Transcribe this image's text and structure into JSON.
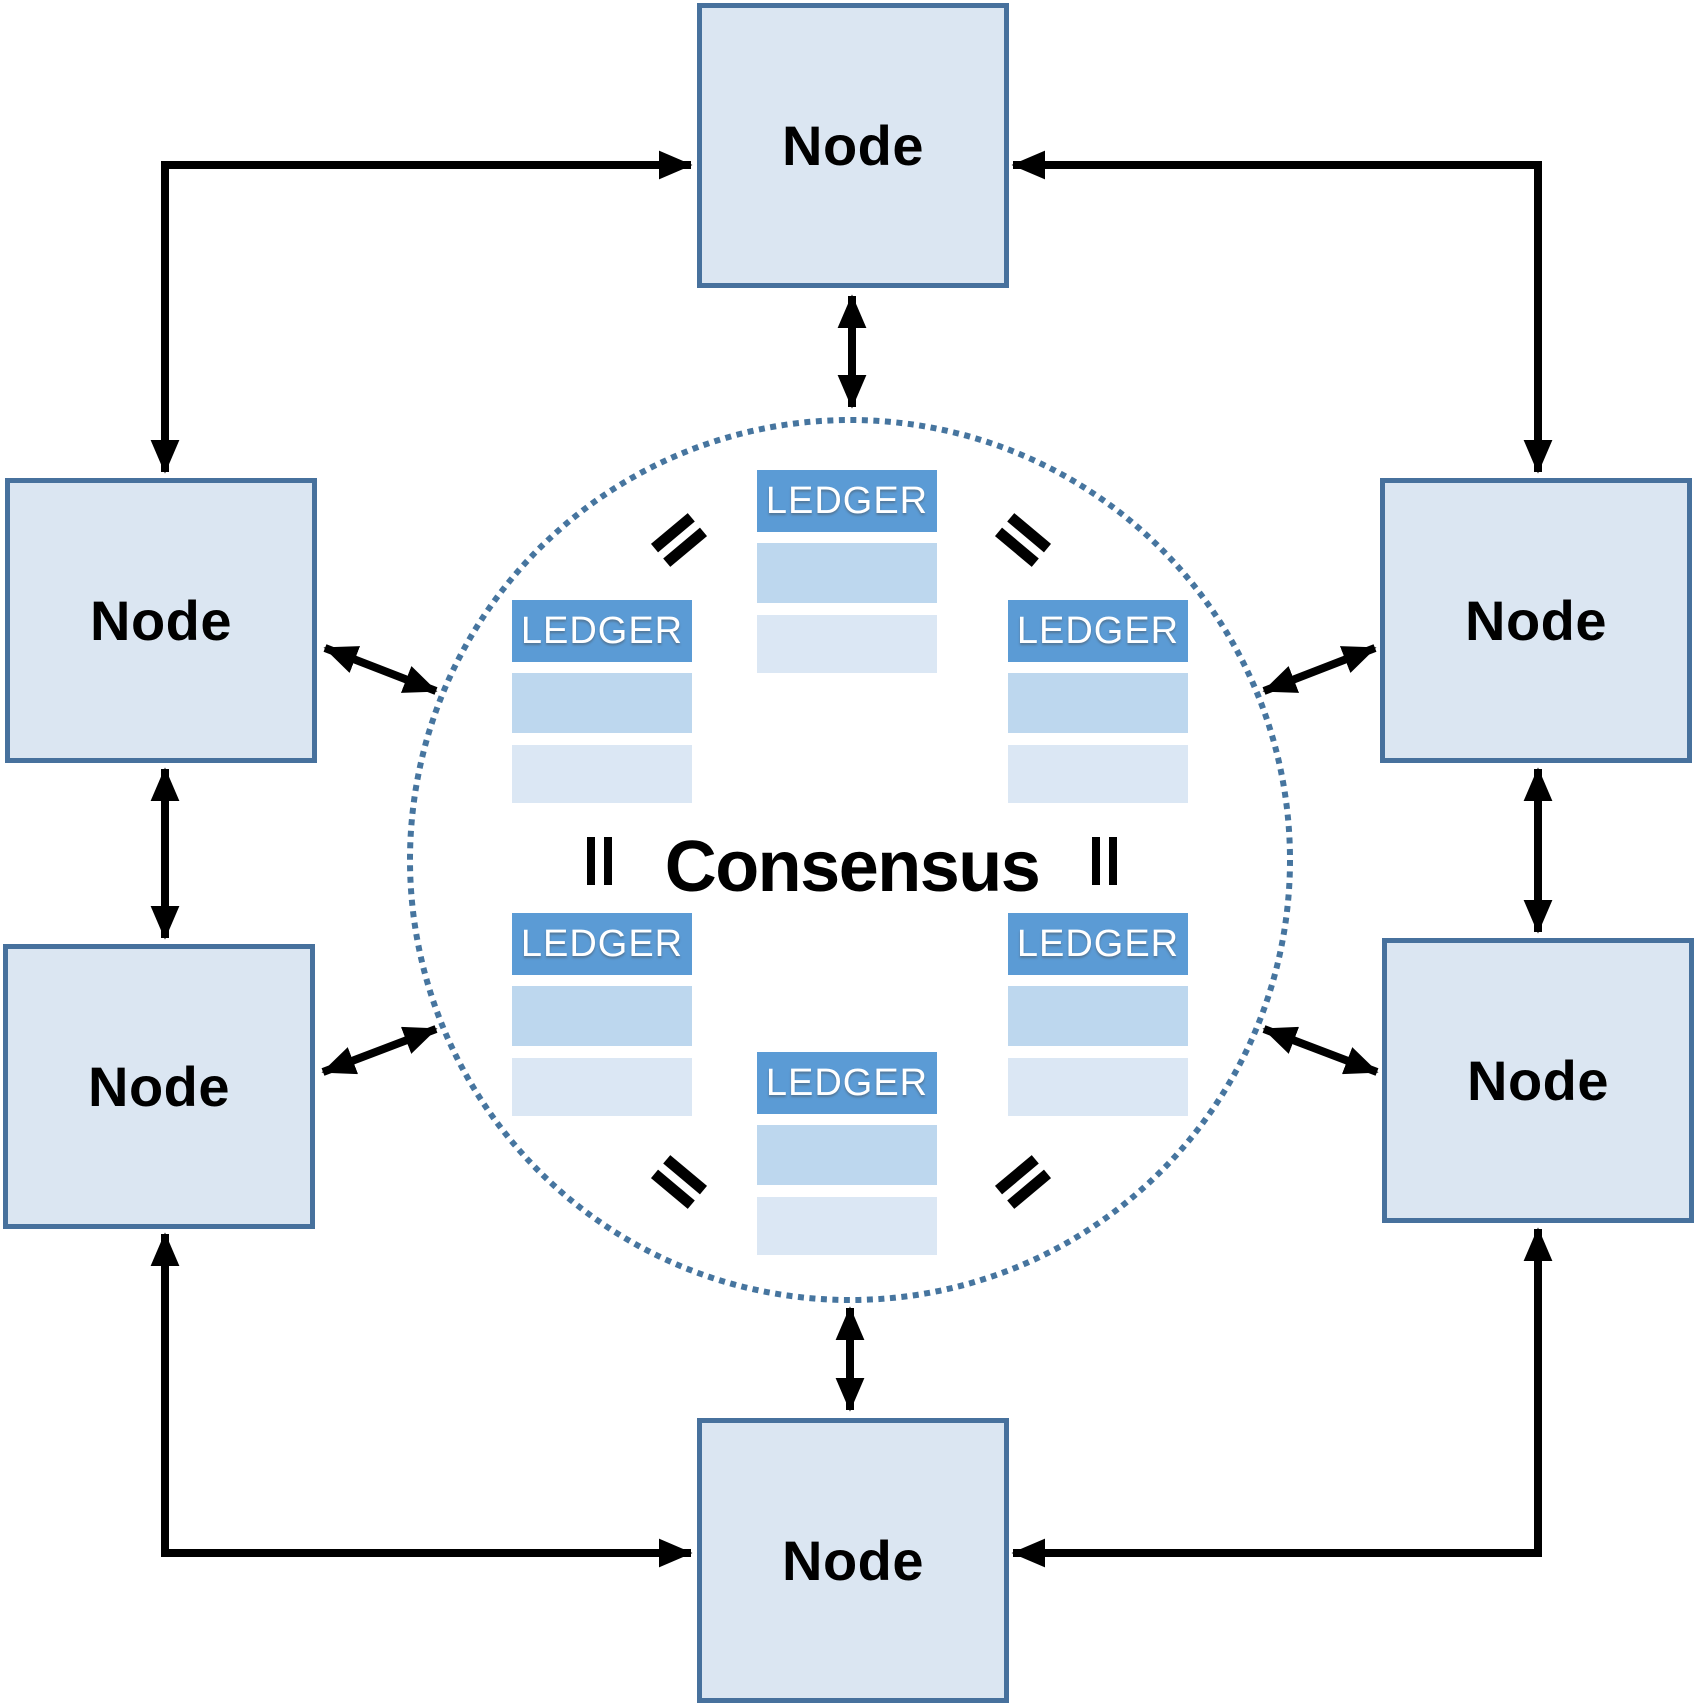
{
  "labels": {
    "consensus": "Consensus"
  },
  "nodes": [
    {
      "label": "Node"
    },
    {
      "label": "Node"
    },
    {
      "label": "Node"
    },
    {
      "label": "Node"
    },
    {
      "label": "Node"
    },
    {
      "label": "Node"
    }
  ],
  "ledgers": [
    {
      "label": "LEDGER"
    },
    {
      "label": "LEDGER"
    },
    {
      "label": "LEDGER"
    },
    {
      "label": "LEDGER"
    },
    {
      "label": "LEDGER"
    },
    {
      "label": "LEDGER"
    }
  ],
  "icons": {
    "equals_diagonal": "=",
    "equals_vertical": "‖",
    "double_headed_arrow": "↔",
    "dotted_circle": "◌"
  },
  "colors": {
    "background": "#ffffff",
    "node_fill": "#dbe6f2",
    "node_border": "#47719d",
    "node_text": "#000000",
    "ledger_header": "#5b9bd5",
    "ledger_text": "#ffffff",
    "ledger_row1": "#bdd7ee",
    "ledger_row2": "#dbe7f4",
    "circle_dots": "#46759f",
    "arrow": "#000000"
  }
}
